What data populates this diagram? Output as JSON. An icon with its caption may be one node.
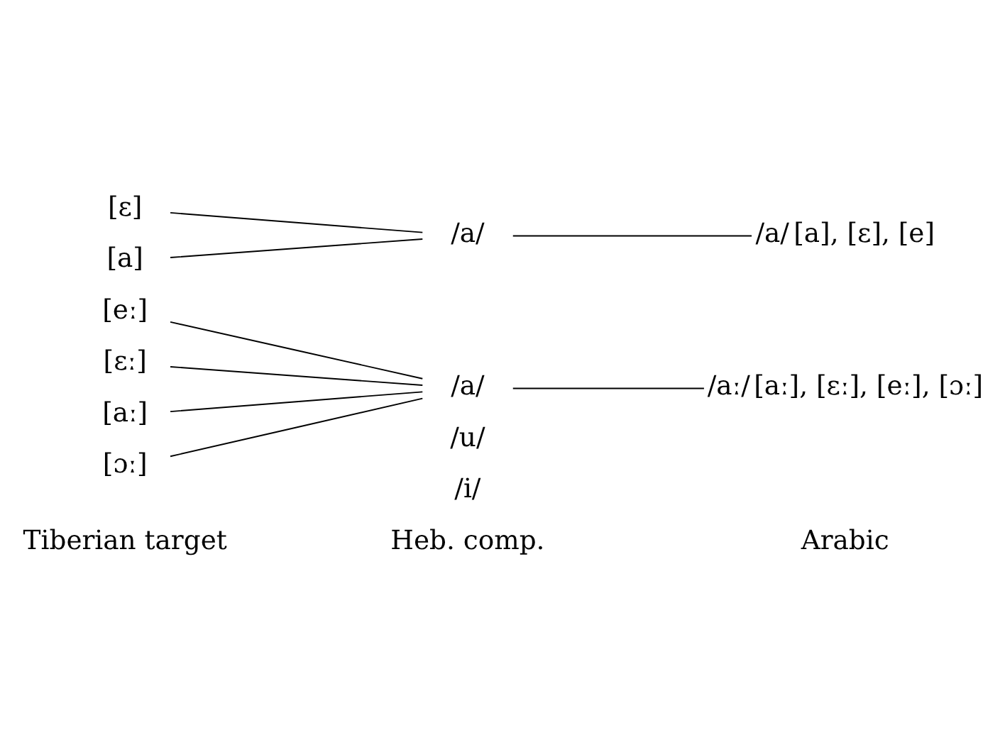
{
  "diagram": {
    "nodes": [
      {
        "text": [
          "[eː]"
        ]
      },
      {
        "text": [
          "[ɛː]"
        ]
      },
      {
        "text": [
          "[aː]"
        ]
      },
      {
        "text": [
          "[ɔː]"
        ]
      },
      {
        "text": [
          "[ɛ]"
        ]
      },
      {
        "text": [
          "[a]"
        ]
      },
      {
        "text": [
          "/a/"
        ]
      },
      {
        "text": [
          "/aː/"
        ],
        "beside": [
          "[aː], [ɛː], [eː], [ɔː]"
        ]
      },
      {
        "text": [
          "/a/"
        ]
      },
      {
        "text": [
          "/a/"
        ],
        "beside": [
          "[a], [ɛ], [e]"
        ]
      }
    ],
    "edges": [
      {
        "from": 0,
        "to": 6,
        "arrow": "none"
      },
      {
        "from": 1,
        "to": 6,
        "arrow": "none"
      },
      {
        "from": 2,
        "to": 6,
        "arrow": "none"
      },
      {
        "from": 3,
        "to": 6,
        "arrow": "none"
      },
      {
        "from": 6,
        "to": 7,
        "arrow": "none"
      },
      {
        "from": 4,
        "to": 8,
        "arrow": "none"
      },
      {
        "from": 5,
        "to": 8,
        "arrow": "none"
      },
      {
        "from": 8,
        "to": 9,
        "arrow": "none"
      }
    ],
    "labels": [
      "Tiberian target",
      "Heb. comp.",
      "Arabic",
      "/i/",
      "/u/"
    ]
  }
}
